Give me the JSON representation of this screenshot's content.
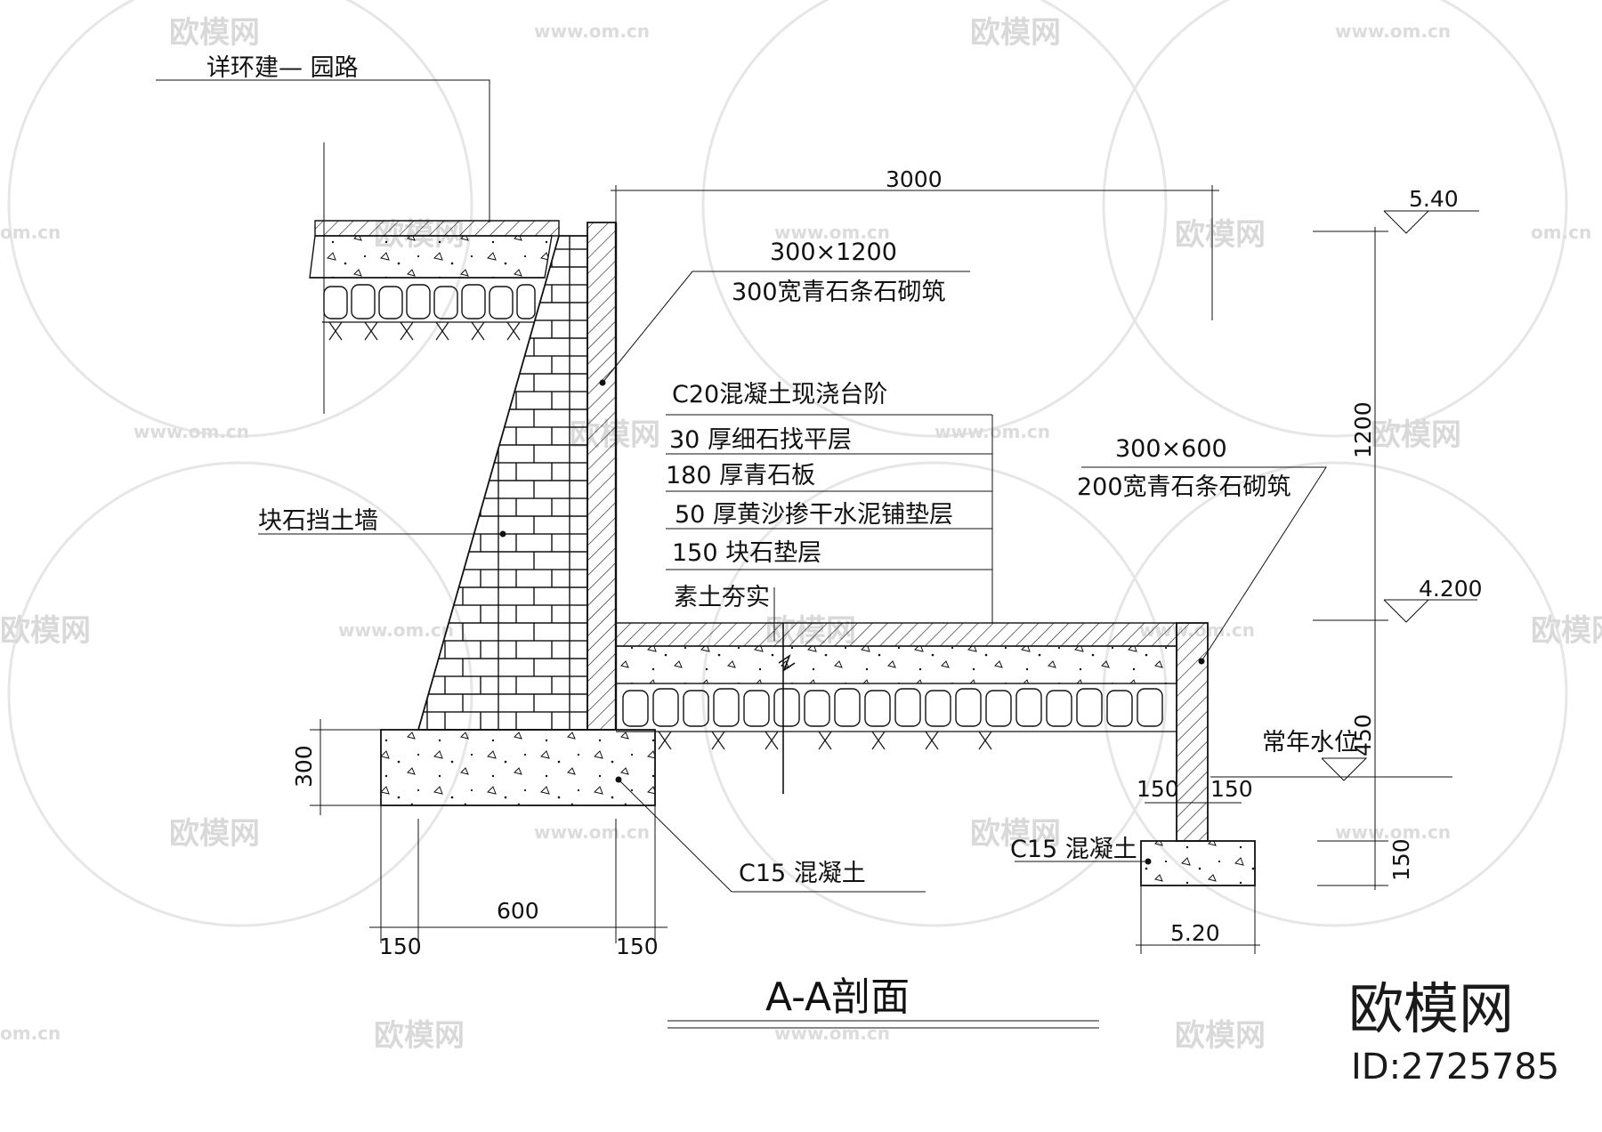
{
  "title": "A-A剖面",
  "labels": {
    "road": "详环建—      园路",
    "top_stone_size": "300×1200",
    "top_stone_desc": "300宽青石条石砌筑",
    "step_concrete": "C20混凝土现浇台阶",
    "layer1": "30 厚细石找平层",
    "layer2": "180 厚青石板",
    "layer3": "50 厚黄沙掺干水泥铺垫层",
    "layer4": "150 块石垫层",
    "layer5": "素土夯实",
    "wall": "块石挡土墙",
    "right_stone_size": "300×600",
    "right_stone_desc": "200宽青石条石砌筑",
    "water_level": "常年水位",
    "concrete_left": "C15 混凝土",
    "concrete_right": "C15 混凝土"
  },
  "dimensions": {
    "top_width": "3000",
    "elev_top": "5.40",
    "elev_mid": "4.200",
    "height_1200": "1200",
    "height_450": "450",
    "height_150": "150",
    "found_300": "300",
    "found_600": "600",
    "found_150_left": "150",
    "found_150_right": "150",
    "wall_150_left": "150",
    "wall_150_right": "150",
    "base_520": "5.20"
  },
  "watermark": {
    "brand": "欧模网",
    "url": "www.om.cn",
    "url_short": "om.cn",
    "id": "ID:2725785"
  }
}
